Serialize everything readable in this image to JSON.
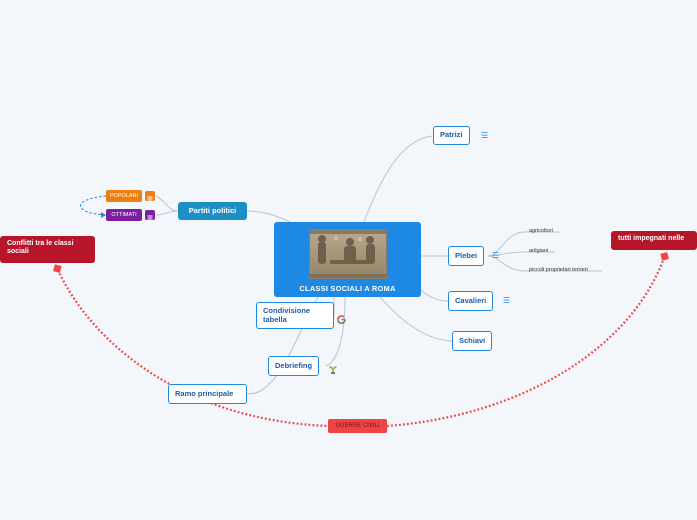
{
  "central": {
    "title": "CLASSI SOCIALI A ROMA"
  },
  "branches": {
    "patrizi": "Patrizi",
    "plebei": "Plebei",
    "cavalieri": "Cavalieri",
    "schiavi": "Schiavi",
    "partiti": "Partiti politici",
    "condivisione": "Condivisione tabella",
    "debriefing": "Debriefing",
    "ramo": "Ramo principale"
  },
  "plebei_children": [
    "agricoltori",
    "artigiani",
    "piccoli proprietari terrieri"
  ],
  "partiti_children": [
    "POPOLARI",
    "OTTIMATI"
  ],
  "floating": {
    "conflitti": "Conflitti tra le classi sociali",
    "impegnati": "tutti impegnati nelle"
  },
  "relation": {
    "label": "GUERRE CIVILI"
  },
  "colors": {
    "background": "#f3f6fb",
    "central": "#1e88e5",
    "outline": "#1e88e5",
    "teal": "#1e8fc6",
    "red_node": "#b7152a",
    "relation_line": "#ef4444",
    "popolari": "#ef7d12",
    "ottimati": "#7b1fa2",
    "link": "#b8c4d2"
  },
  "icons": [
    "notes-icon",
    "google-icon",
    "plant-icon"
  ]
}
